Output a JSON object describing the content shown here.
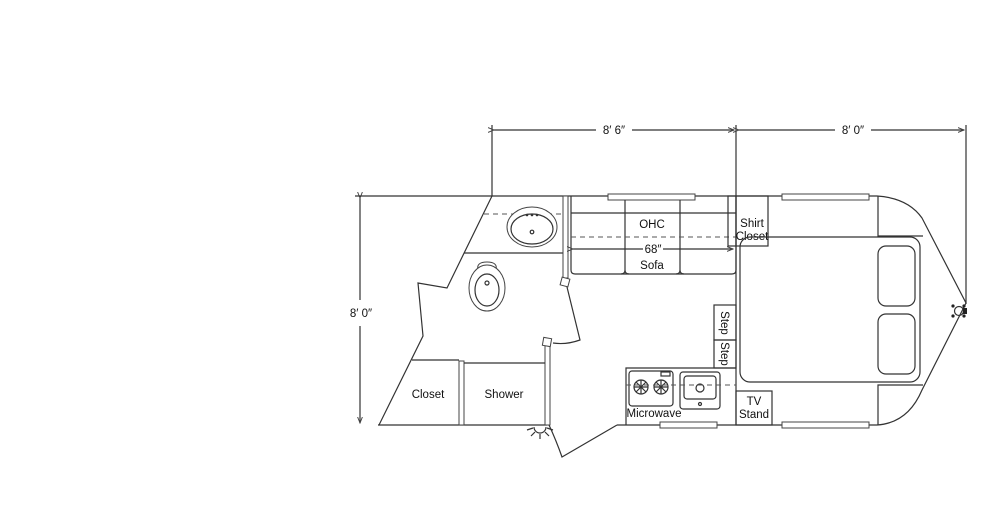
{
  "dimensions": {
    "top_left": "8′ 6″",
    "top_right": "8′ 0″",
    "left_height": "8′ 0″"
  },
  "labels": {
    "ohc": "OHC",
    "sofa_width": "68″",
    "sofa": "Sofa",
    "shirt": "Shirt",
    "shirt_closet": "Closet",
    "step1": "Step",
    "step2": "Step",
    "microwave": "Microwave",
    "tv": "TV",
    "stand": "Stand",
    "closet": "Closet",
    "shower": "Shower"
  },
  "colors": {
    "line": "#333333",
    "background": "#ffffff"
  }
}
